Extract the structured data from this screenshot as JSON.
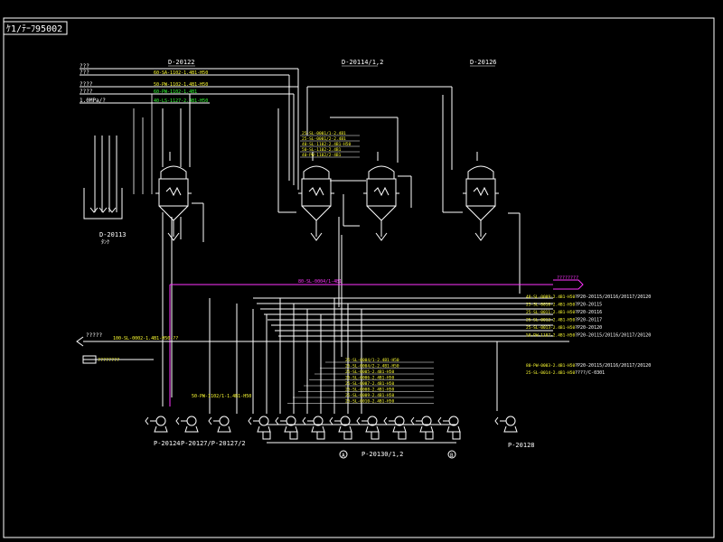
{
  "drawing": {
    "title_tag": "ｹ1/ﾃｰﾌ95002",
    "colors": {
      "background": "#000000",
      "line": "#ffffff",
      "label": "#ffff33",
      "process_green": "#33ff33",
      "magenta": "#ff33ff"
    }
  },
  "equipment": {
    "d20122": "D-20122",
    "d20114": "D-20114/1,2",
    "d20126": "D-20126",
    "d20113": "D-20113",
    "d20113_sub": "ﾀﾝｸ",
    "p20124": "P-20124",
    "p20127": "P-20127/P-20127/2",
    "p20130": "P-20130/1,2",
    "p20128": "P-20128"
  },
  "utility_labels": [
    "???",
    "???",
    "????",
    "????",
    "1.0MPa/?"
  ],
  "line_labels": {
    "top_header_1": "60-SA-1102-1.4B1-H50",
    "top_header_2": "50-PW-1102-1.4B1-H50",
    "top_header_3": "60-PW-1102-1.4B1",
    "top_header_4": "40-LS-1127-2.4B1-H50",
    "magenta_line": "80-SL-0004/1-4B1",
    "feed_line": "100-SL-0002-1.4B1-H50-??",
    "feed_inlet": "?????",
    "left_inlet": "????????",
    "magenta_dest": "????????",
    "mid_block": [
      "25-SL-0001/1-2.4B1",
      "25-SL-0001/2-2.4B1",
      "40-SL-1102-2.4B1-H50",
      "50-SL-1102-2.4B1",
      "40-PW-1102/2-4B1"
    ],
    "low_block": [
      "25-SL-0004/1-2.4B1-H50",
      "25-SL-0004/2-2.4B1-H50",
      "25-SL-0005-2.4B1-H50",
      "25-SL-0006-2.4B1-H50",
      "25-SL-0007-2.4B1-H50",
      "25-SL-0008-2.4B1-H50",
      "25-SL-0009-2.4B1-H50",
      "25-SL-0010-2.4B1-H50"
    ],
    "pump_block": "50-PW-1102/1-1.4B1-H50",
    "right_block": [
      {
        "line": "40-SL-0009-2.4B1-H50",
        "dest": "?P20-20115/20116/20117/20120"
      },
      {
        "line": "25-SL-0010-2.4B1-H50",
        "dest": "?P20-20115"
      },
      {
        "line": "25-SL-0011-2.4B1-H50",
        "dest": "?P20-20116"
      },
      {
        "line": "25-SL-0012-2.4B1-H50",
        "dest": "?P20-20117"
      },
      {
        "line": "25-SL-0013-2.4B1-H50",
        "dest": "?P20-20120"
      },
      {
        "line": "50-PW-1107-2.4B1-H50",
        "dest": "?P20-20115/20116/20117/20120"
      }
    ],
    "right_low_block": [
      {
        "line": "80-PW-0003-2.4B1-H50",
        "dest": "?P20-20115/20116/20117/20120"
      },
      {
        "line": "25-SL-0014-2.4B1-H50",
        "dest": "????/C-0301"
      }
    ]
  },
  "instrument_bubbles": [
    "A",
    "B"
  ]
}
